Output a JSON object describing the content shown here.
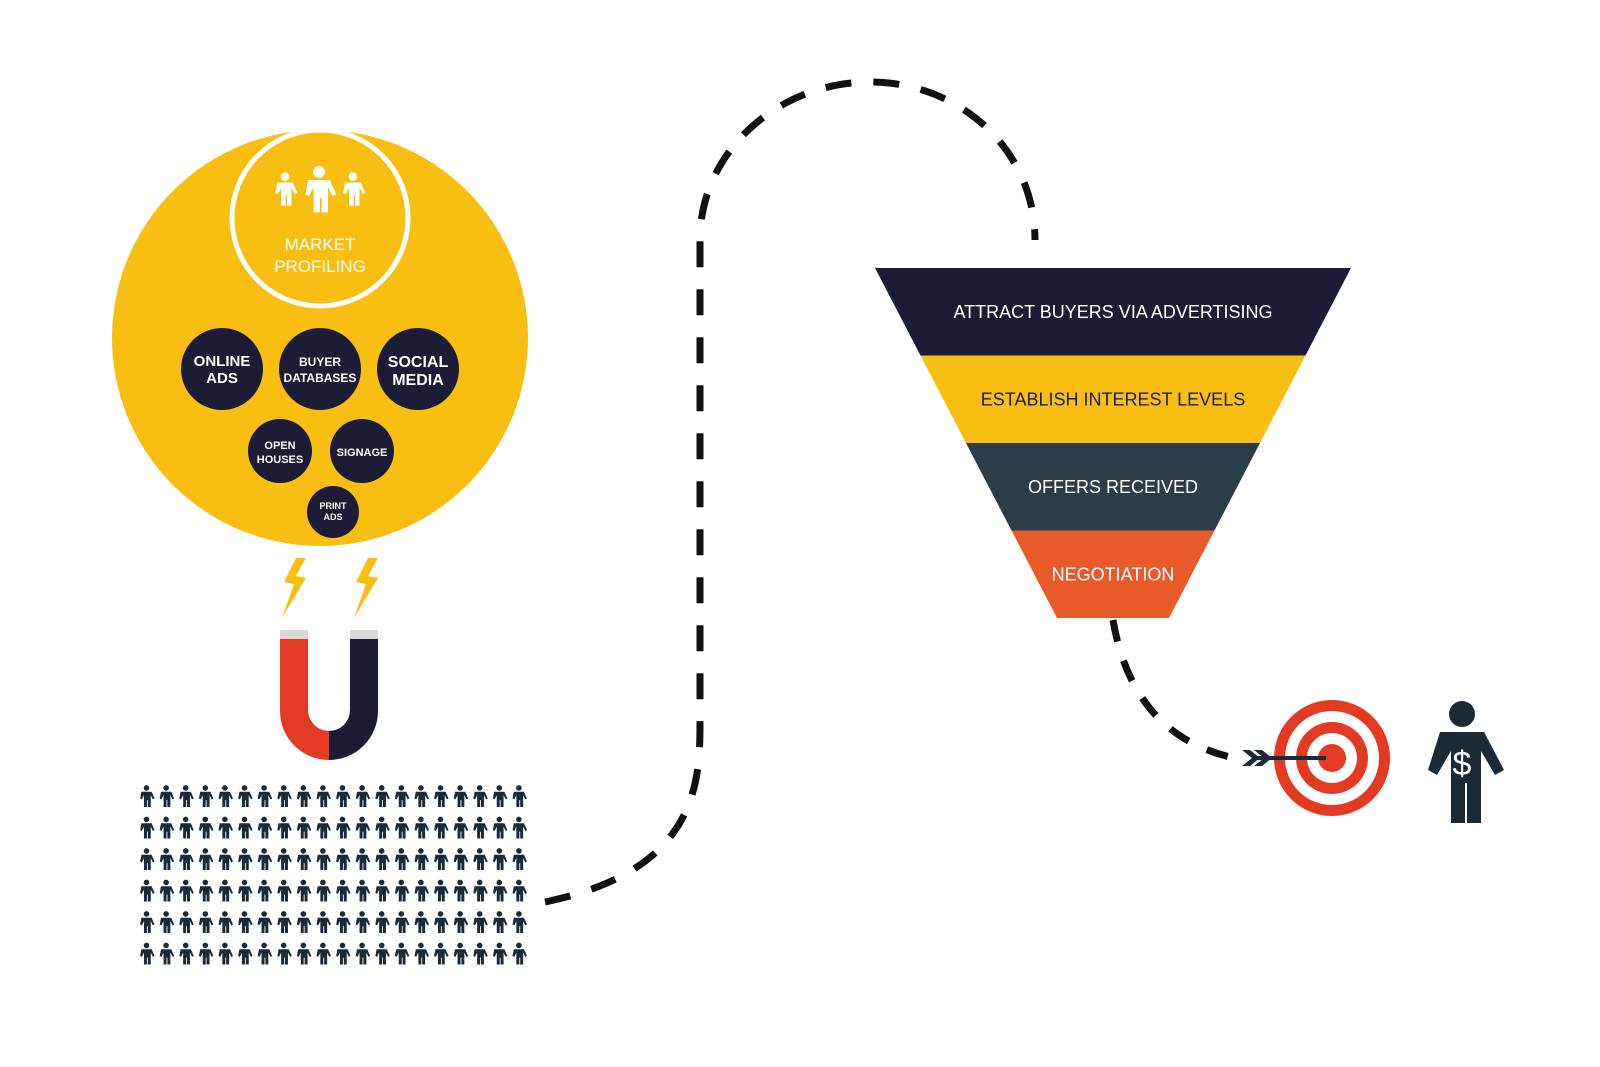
{
  "colors": {
    "yellow": "#F9BE12",
    "navy": "#1C1C36",
    "dark_slate": "#2A3D49",
    "orange": "#E85A2A",
    "red": "#E33B23",
    "white": "#FFFFFF"
  },
  "profiling": {
    "label_line1": "MARKET",
    "label_line2": "PROFILING",
    "icon": "family-icon"
  },
  "channels": [
    {
      "line1": "ONLINE",
      "line2": "ADS"
    },
    {
      "line1": "BUYER",
      "line2": "DATABASES"
    },
    {
      "line1": "SOCIAL",
      "line2": "MEDIA"
    },
    {
      "line1": "OPEN",
      "line2": "HOUSES"
    },
    {
      "line1": "SIGNAGE",
      "line2": ""
    },
    {
      "line1": "PRINT",
      "line2": "ADS"
    }
  ],
  "icons": {
    "magnet": "magnet-icon",
    "lightning": "lightning-bolt-icon",
    "crowd": "people-crowd-icon",
    "target": "target-icon",
    "arrow": "arrow-icon",
    "buyer": "buyer-dollar-icon"
  },
  "funnel": [
    {
      "label": "ATTRACT BUYERS VIA ADVERTISING",
      "color": "#1C1C36",
      "text_color": "#FFFFFF"
    },
    {
      "label": "ESTABLISH INTEREST LEVELS",
      "color": "#F9BE12",
      "text_color": "#1C1C36"
    },
    {
      "label": "OFFERS RECEIVED",
      "color": "#2A3D49",
      "text_color": "#FFFFFF"
    },
    {
      "label": "NEGOTIATION",
      "color": "#E85A2A",
      "text_color": "#FFFFFF"
    }
  ],
  "crowd": {
    "rows": 6,
    "cols": 20
  }
}
